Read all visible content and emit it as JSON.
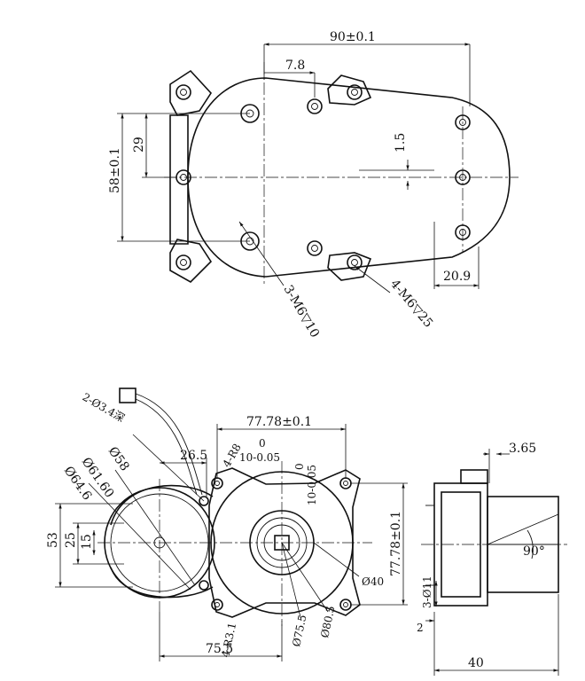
{
  "labels": {
    "top_width": "90±0.1",
    "top_offset": "7.8",
    "top_height": "58±0.1",
    "top_29": "29",
    "top_15": "1.5",
    "top_209": "20.9",
    "top_m6t10": "3-M6▽10",
    "top_m6t25": "4-M6▽25",
    "front_width": "77.78±0.1",
    "front_height": "77.78±0.1",
    "front_tol1_top": "0",
    "front_tol1_bot": "10-0.05",
    "front_tol2_top": "0",
    "front_tol2_bot": "10-0.05",
    "front_r8": "4-R8",
    "front_265": "26.5",
    "front_58": "Ø58",
    "front_6160": "Ø61.60",
    "front_646": "Ø64.6",
    "front_hole": "2-Ø3.4深",
    "front_53": "53",
    "front_25": "25",
    "front_15": "15",
    "front_755": "75.5",
    "front_r31": "4-R3.1",
    "front_d755": "Ø75.5",
    "front_d805": "Ø80.5",
    "front_d40": "Ø40",
    "side_365": "3.65",
    "side_90deg": "90°",
    "side_3d11": "3-Ø11",
    "side_2": "2",
    "side_40": "40"
  }
}
